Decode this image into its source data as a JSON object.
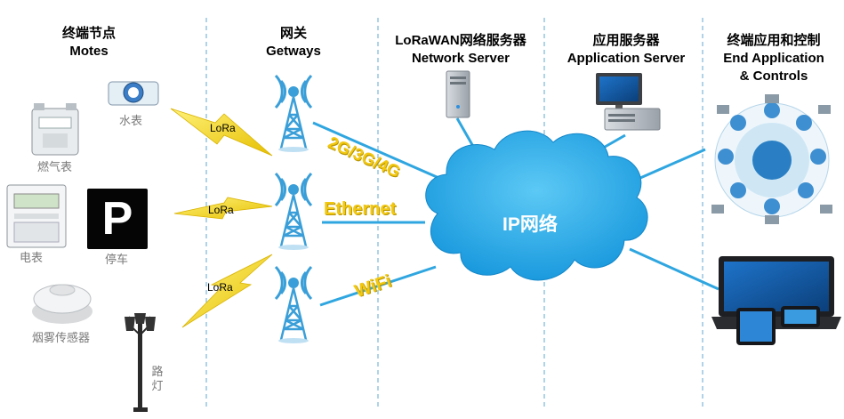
{
  "columns": {
    "motes": {
      "title_cn": "终端节点",
      "title_en": "Motes"
    },
    "gateways": {
      "title_cn": "网关",
      "title_en": "Getways"
    },
    "network_server": {
      "title_cn": "LoRaWAN网络服务器",
      "title_en": "Network Server"
    },
    "app_server": {
      "title_cn": "应用服务器",
      "title_en": "Application Server"
    },
    "end_app": {
      "title_cn": "终端应用和控制",
      "title_en": "End Application",
      "title_en2": "& Controls"
    }
  },
  "devices": {
    "water_meter": "水表",
    "gas_meter": "燃气表",
    "electric_meter": "电表",
    "parking": "停车",
    "parking_symbol": "P",
    "smoke_sensor": "烟雾传感器",
    "street_light": "路灯"
  },
  "links": {
    "lora_1": "LoRa",
    "lora_2": "LoRa",
    "lora_3": "LoRa",
    "cellular": "2G/3G/4G",
    "ethernet": "Ethernet",
    "wifi": "WiFi"
  },
  "cloud": {
    "label": "IP网络"
  },
  "colors": {
    "cloud": "#1aa6e8",
    "tower": "#3a9fd8",
    "link_line": "#2fa6e0",
    "lightning": "#f3d21a",
    "divider": "#7ab8d8",
    "link_label": "#f2c811"
  }
}
